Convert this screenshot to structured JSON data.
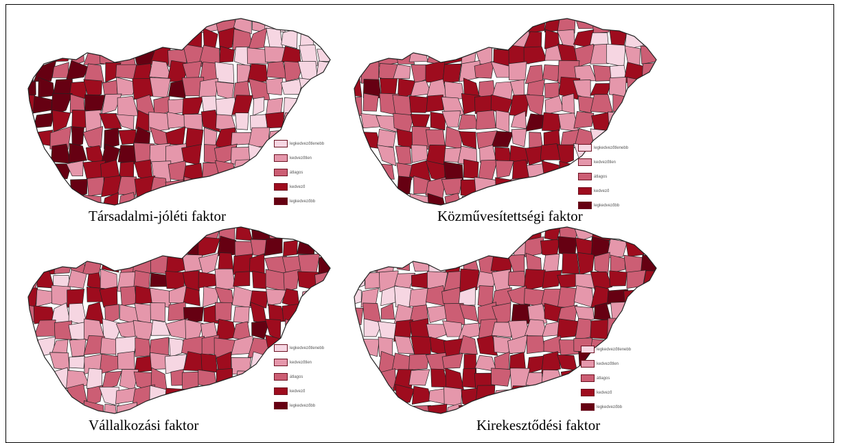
{
  "colors": {
    "class1": "#f6d6e2",
    "class2": "#e597ab",
    "class3": "#cc5e74",
    "class4": "#9e0c1e",
    "class5": "#660012",
    "border": "#222222"
  },
  "legend_labels": [
    "legkedvezőtlenebb",
    "kedvezőtlen",
    "átlagos",
    "kedvező",
    "legkedvezőbb"
  ],
  "maps": [
    {
      "caption": "Társadalmi-jóléti faktor"
    },
    {
      "caption": "Közművesítettségi faktor"
    },
    {
      "caption": "Vállalkozási faktor"
    },
    {
      "caption": "Kirekesztődési faktor"
    }
  ]
}
